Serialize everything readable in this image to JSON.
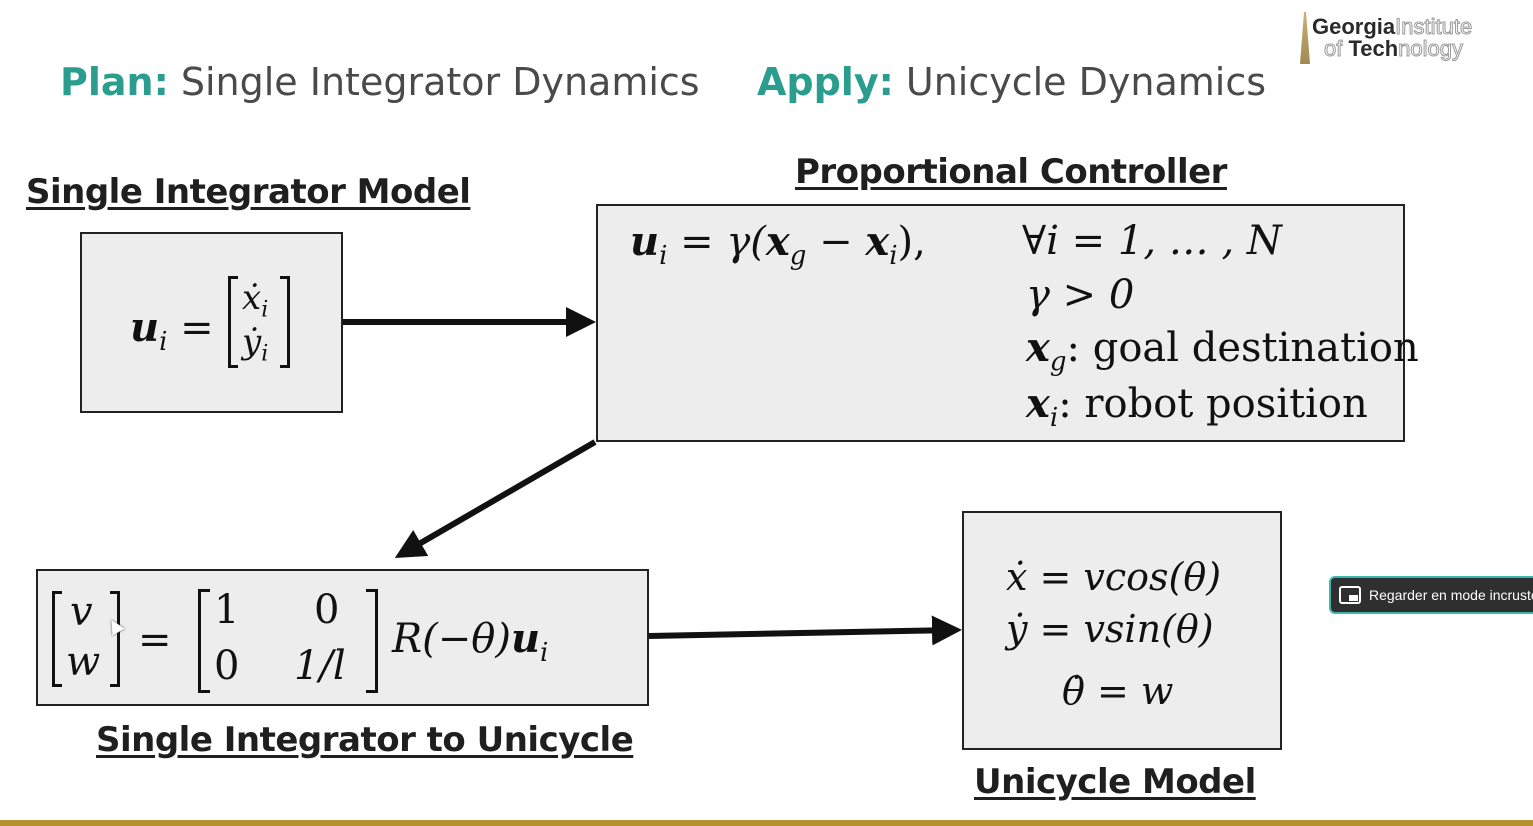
{
  "header": {
    "plan_key": "Plan:",
    "plan_text": " Single Integrator Dynamics",
    "apply_key": "Apply:",
    "apply_text": " Unicycle Dynamics"
  },
  "logo": {
    "line1_dark": "Georgia",
    "line1_light": "Institute",
    "line2_light_a": "of ",
    "line2_dark": "Tech",
    "line2_light_b": "nology"
  },
  "titles": {
    "single_integrator_model": "Single Integrator Model",
    "proportional_controller": "Proportional Controller",
    "single_integrator_to_unicycle": "Single Integrator to Unicycle",
    "unicycle_model": "Unicycle Model"
  },
  "single_integrator": {
    "lhs": "u",
    "lhs_sub": "i",
    "eq": " = ",
    "row1": "ẋ",
    "row1_sub": "i",
    "row2": "ẏ",
    "row2_sub": "i"
  },
  "controller": {
    "eq": "u",
    "eq_sub": "i",
    "eq_rest_a": " = γ(",
    "eq_xg": "x",
    "eq_xg_sub": "g",
    "eq_minus": " − ",
    "eq_xi": "x",
    "eq_xi_sub": "i",
    "eq_close": "),",
    "forall": "∀i = 1, … , N",
    "gamma": "γ > 0",
    "xg_label": "x",
    "xg_sub": "g",
    "xg_desc": ": goal destination",
    "xi_label": "x",
    "xi_sub": "i",
    "xi_desc": ": robot position"
  },
  "transform": {
    "v": "v",
    "w": "w",
    "eq": "=",
    "m11": "1",
    "m12": "0",
    "m21": "0",
    "m22": "1/l",
    "rot": "R(−θ)",
    "u": "u",
    "u_sub": "i"
  },
  "unicycle": {
    "line1": "ẋ = vcos(θ)",
    "line2": "ẏ = vsin(θ)",
    "line3": "θ̇ = w"
  },
  "pip_button": {
    "label": "Regarder en mode incrusté"
  },
  "colors": {
    "accent": "#2a9d8f",
    "box_fill": "#ededed",
    "bottom_bar": "#b3922d"
  }
}
